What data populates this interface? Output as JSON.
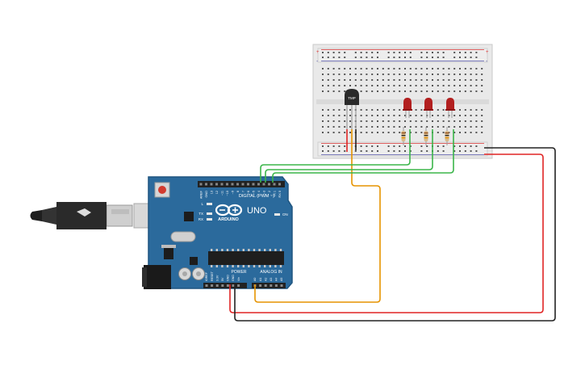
{
  "board": {
    "logo_text": "ARDUINO",
    "model": "UNO",
    "digital_header": "DIGITAL (PWM ~)",
    "power_header": "POWER",
    "analog_header": "ANALOG IN",
    "on_label": "ON",
    "led_l": "L",
    "led_tx": "TX",
    "led_rx": "RX",
    "top_pins": [
      "AREF",
      "GND",
      "13",
      "12",
      "~11",
      "~10",
      "~9",
      "8",
      "7",
      "~6",
      "~5",
      "4",
      "~3",
      "2",
      "TX 1",
      "RX 0"
    ],
    "power_pins": [
      "IOREF",
      "RESET",
      "3.3V",
      "5V",
      "GND",
      "GND",
      "Vin"
    ],
    "analog_pins": [
      "A0",
      "A1",
      "A2",
      "A3",
      "A4",
      "A5"
    ]
  },
  "sensor": {
    "label": "TMP"
  },
  "breadboard": {
    "rail_plus": "+",
    "rail_minus": "-"
  },
  "colors": {
    "board": "#2b6a9c",
    "board_edge": "#1f5580",
    "breadboard": "#e9e9e9",
    "wire_red": "#e02424",
    "wire_black": "#222222",
    "wire_green": "#3bb54a",
    "wire_orange": "#e69400",
    "led_red": "#b21f1f"
  }
}
